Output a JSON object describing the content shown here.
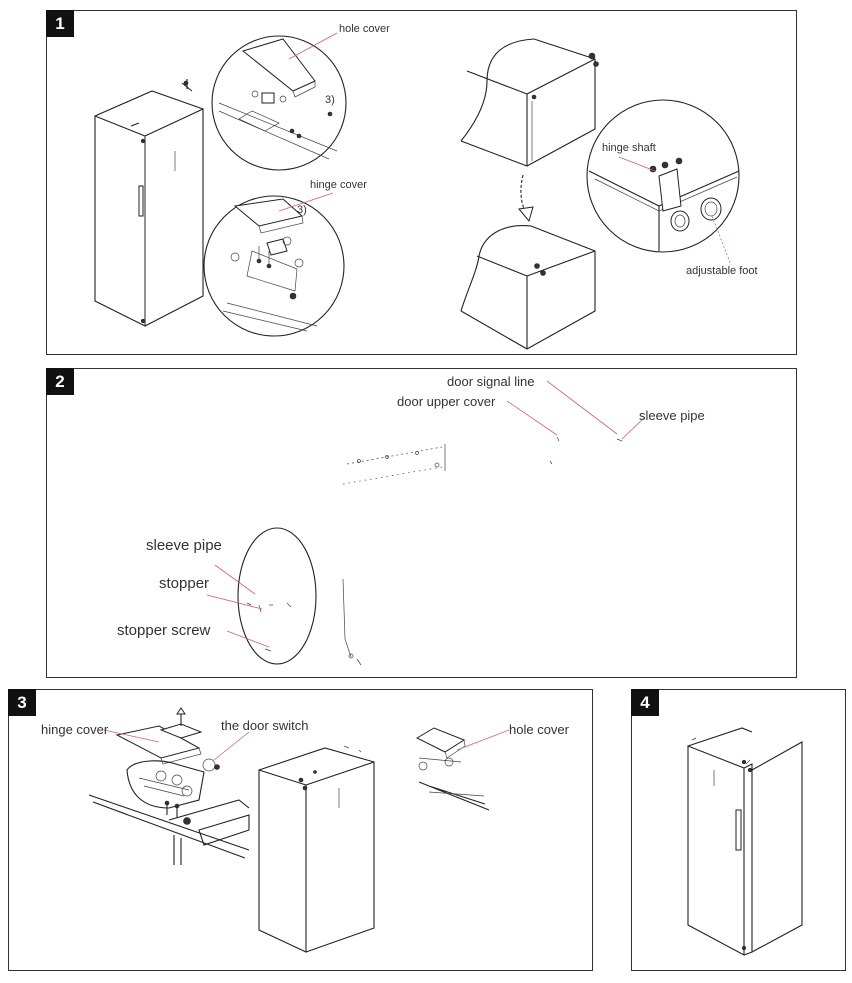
{
  "panels": [
    {
      "number": "1"
    },
    {
      "number": "2"
    },
    {
      "number": "3"
    },
    {
      "number": "4"
    }
  ],
  "step1": {
    "hole_cover": "hole cover",
    "step_ref_top": "3)",
    "hinge_cover": "hinge cover",
    "step_ref_bottom": "3)",
    "hinge_shaft": "hinge shaft",
    "adjustable_foot": "adjustable foot"
  },
  "step2": {
    "door_signal_line": "door signal line",
    "door_upper_cover": "door upper cover",
    "sleeve_pipe_top": "sleeve pipe",
    "sleeve_pipe": "sleeve pipe",
    "stopper": "stopper",
    "stopper_screw": "stopper screw"
  },
  "step3": {
    "hinge_cover": "hinge cover",
    "door_switch": "the door switch",
    "hole_cover": "hole cover"
  }
}
